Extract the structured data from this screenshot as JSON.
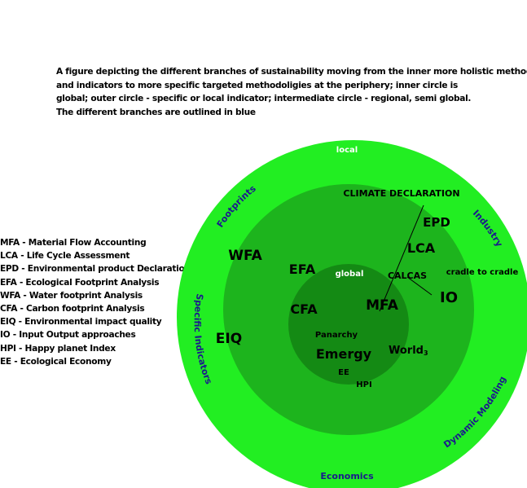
{
  "caption": [
    "A figure depicting the different branches of sustainability moving from the inner more holistic methods",
    "and indicators to more specific targeted methodoligies at the periphery; inner circle is",
    "global; outer circle - specific or local indicator; intermediate circle - regional, semi global.",
    "The different branches are outlined in blue"
  ],
  "legend": [
    "MFA - Material Flow Accounting",
    "LCA - Life Cycle Assessment",
    "EPD - Environmental product Declaration",
    "EFA - Ecological Footprint Analysis",
    "WFA - Water footprint Analysis",
    "CFA - Carbon footprint Analysis",
    "EIQ - Environmental impact quality",
    "IO - Input Output approaches",
    "HPI - Happy planet Index",
    "EE - Ecological Economy"
  ],
  "colors": {
    "outer_circle": "#22ee22",
    "middle_circle": "#1db41d",
    "inner_circle": "#148a14",
    "branch_text": "#1a1a8c",
    "white_text": "#ffffff",
    "black_text": "#000000"
  },
  "diagram": {
    "ring_labels": {
      "outer": "local",
      "inner": "global"
    },
    "branches": {
      "footprints": "Footprints",
      "industry": "Industry",
      "specific_indicators": "Specific Indicators",
      "dynamic_modeling": "Dynamic Modeling",
      "economics": "Economics"
    },
    "methods": {
      "climate_declaration": "CLIMATE DECLARATION",
      "epd": "EPD",
      "lca": "LCA",
      "calcas": "CALCAS",
      "io": "IO",
      "cradle": "cradle to cradle",
      "wfa": "WFA",
      "efa": "EFA",
      "cfa": "CFA",
      "mfa": "MFA",
      "eiq": "EIQ",
      "panarchy": "Panarchy",
      "emergy": "Emergy",
      "world3": "World",
      "world3_sub": "3",
      "ee": "EE",
      "hpi": "HPI"
    }
  }
}
